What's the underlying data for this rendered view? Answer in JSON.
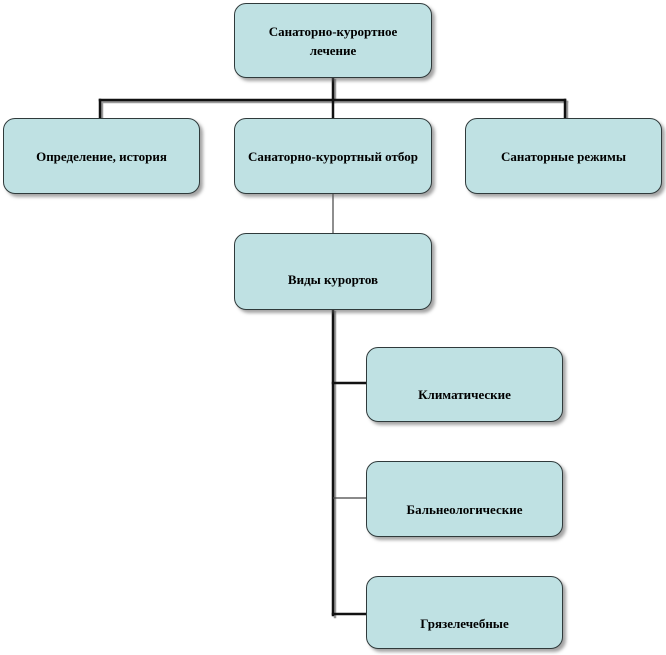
{
  "diagram": {
    "root": {
      "label": "Санаторно-курортное лечение"
    },
    "level1": [
      {
        "label": "Определение,  история"
      },
      {
        "label": "Санаторно-курортный отбор"
      },
      {
        "label": "Санаторные  режимы"
      }
    ],
    "level2": {
      "label": "Виды  курортов"
    },
    "resort_types": [
      {
        "label": "Климатические"
      },
      {
        "label": "Бальнеологические"
      },
      {
        "label": "Грязелечебные"
      }
    ],
    "colors": {
      "node_fill": "#bfe1e3",
      "node_border": "#2f3a3b",
      "connector": "#111111",
      "background": "#ffffff"
    }
  }
}
